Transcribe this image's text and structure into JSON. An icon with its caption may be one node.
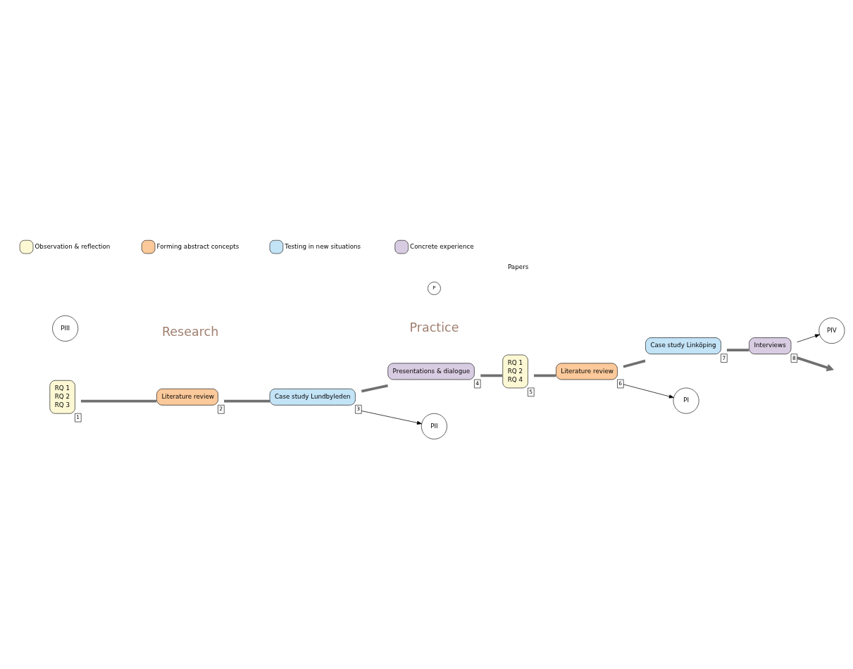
{
  "diagram": {
    "nodes": [
      {
        "text": [
          "RQ 1",
          "RQ 2",
          "RQ 3"
        ],
        "beside": [
          "1"
        ]
      },
      {
        "text": [
          "Literature review"
        ],
        "beside": [
          "2"
        ]
      },
      {
        "text": [
          "Case study Lundbyleden"
        ],
        "beside": [
          "3"
        ]
      },
      {
        "text": [
          "Presentations & dialogue"
        ],
        "beside": [
          "4"
        ]
      },
      {
        "text": [
          "RQ 1",
          "RQ 2",
          "RQ 4"
        ],
        "beside": [
          "5"
        ]
      },
      {
        "text": [
          "Literature review"
        ],
        "beside": [
          "6"
        ]
      },
      {
        "text": [
          "Case study Linköping"
        ],
        "beside": [
          "7"
        ]
      },
      {
        "text": [
          "Interviews"
        ],
        "beside": [
          "8"
        ]
      },
      {
        "text": [
          "PI"
        ]
      },
      {
        "text": [
          "PII"
        ]
      },
      {
        "text": [
          "PIII"
        ]
      },
      {
        "text": [
          "PIV"
        ]
      }
    ],
    "edges": [
      {
        "from": 0,
        "to": 1,
        "arrow": "none"
      },
      {
        "from": 1,
        "to": 2,
        "arrow": "none"
      },
      {
        "from": 2,
        "to": 3,
        "arrow": "none"
      },
      {
        "from": 3,
        "to": 4,
        "arrow": "none"
      },
      {
        "from": 4,
        "to": 5,
        "arrow": "none"
      },
      {
        "from": 5,
        "to": 6,
        "arrow": "none"
      },
      {
        "from": 6,
        "to": 7,
        "arrow": "none"
      },
      {
        "from": 7,
        "to": null,
        "arrow": "to"
      },
      {
        "from": 2,
        "to": 9,
        "arrow": "to",
        "color": "#000000"
      },
      {
        "from": 5,
        "to": 8,
        "arrow": "to",
        "color": "#000000"
      },
      {
        "from": 7,
        "to": 11,
        "arrow": "to",
        "color": "#000000"
      }
    ],
    "labels": [
      "Research",
      "Practice",
      "P"
    ],
    "legend": [
      {
        "text": "Observation & reflection",
        "color": "#fdf8d4"
      },
      {
        "text": "Forming abstract concepts",
        "color": "#fbc99a"
      },
      {
        "text": "Testing in new situations",
        "color": "#c3e3f6"
      },
      {
        "text": "Concrete experience",
        "color": "#d8cce2"
      },
      {
        "text": "Papers"
      }
    ]
  }
}
